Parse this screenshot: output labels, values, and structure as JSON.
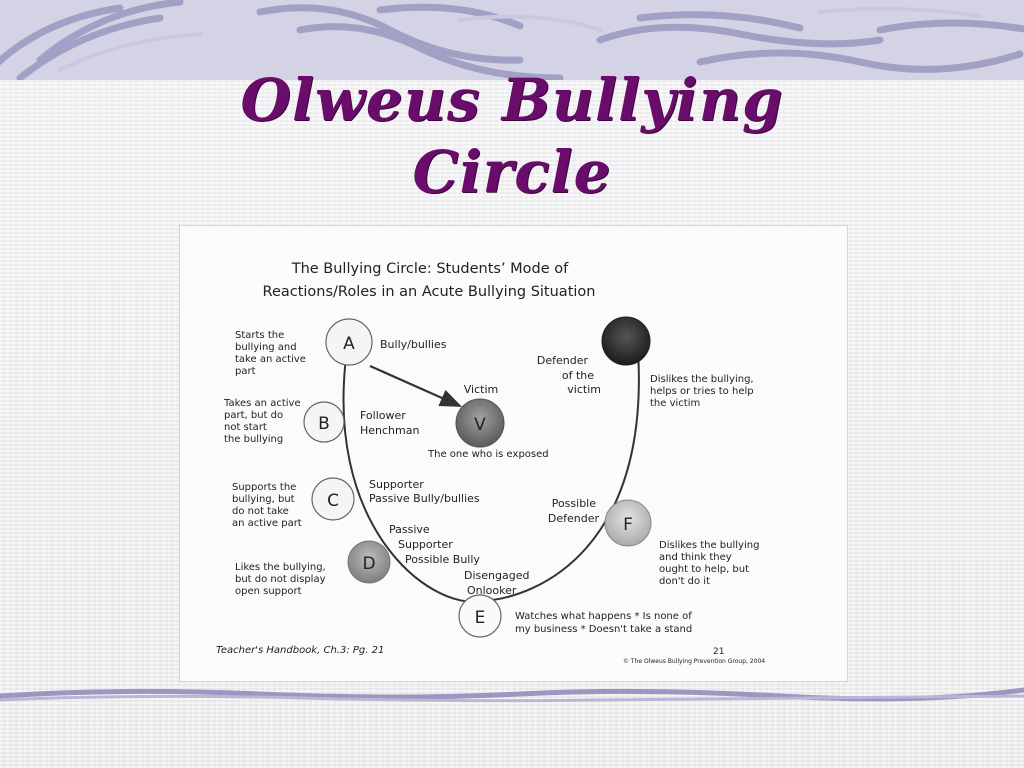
{
  "slide": {
    "title_line1": "Olweus Bullying",
    "title_line2": "Circle"
  },
  "colors": {
    "title": "#6a0c6a",
    "band": "#b9b8d4"
  },
  "diagram": {
    "title_line1": "The Bullying Circle: Students’ Mode of",
    "title_line2": "Reactions/Roles in an Acute Bullying Situation",
    "nodes": {
      "A": {
        "letter": "A",
        "role": "Bully/bullies",
        "desc": [
          "Starts the",
          "bullying and",
          "take an active",
          "part"
        ]
      },
      "B": {
        "letter": "B",
        "role": [
          "Follower",
          "Henchman"
        ],
        "desc": [
          "Takes an active",
          "part, but do",
          "not start",
          "the bullying"
        ]
      },
      "C": {
        "letter": "C",
        "role": [
          "Supporter",
          "Passive Bully/bullies"
        ],
        "desc": [
          "Supports the",
          "bullying, but",
          "do not take",
          "an active part"
        ]
      },
      "D": {
        "letter": "D",
        "role": [
          "Passive",
          "Supporter",
          "Possible Bully"
        ],
        "desc": [
          "Likes the bullying,",
          "but do not display",
          "open support"
        ]
      },
      "E": {
        "letter": "E",
        "role": [
          "Disengaged",
          "Onlooker"
        ],
        "desc": [
          "Watches what happens * Is none of",
          "my business * Doesn't take a stand"
        ]
      },
      "F": {
        "letter": "F",
        "role": [
          "Possible",
          "Defender"
        ],
        "desc": [
          "Dislikes the bullying",
          "and think they",
          "ought to help, but",
          "don't do it"
        ]
      },
      "G": {
        "role": [
          "Defender",
          "of the",
          "victim"
        ],
        "desc": [
          "Dislikes the bullying,",
          "helps or tries to help",
          "the victim"
        ]
      },
      "V": {
        "letter": "V",
        "role": "Victim",
        "desc": "The one who is exposed"
      }
    },
    "footer_left": "Teacher's Handbook, Ch.3: Pg. 21",
    "footer_right": "© The Olweus Bullying Prevention Group, 2004",
    "page_number": "21"
  }
}
